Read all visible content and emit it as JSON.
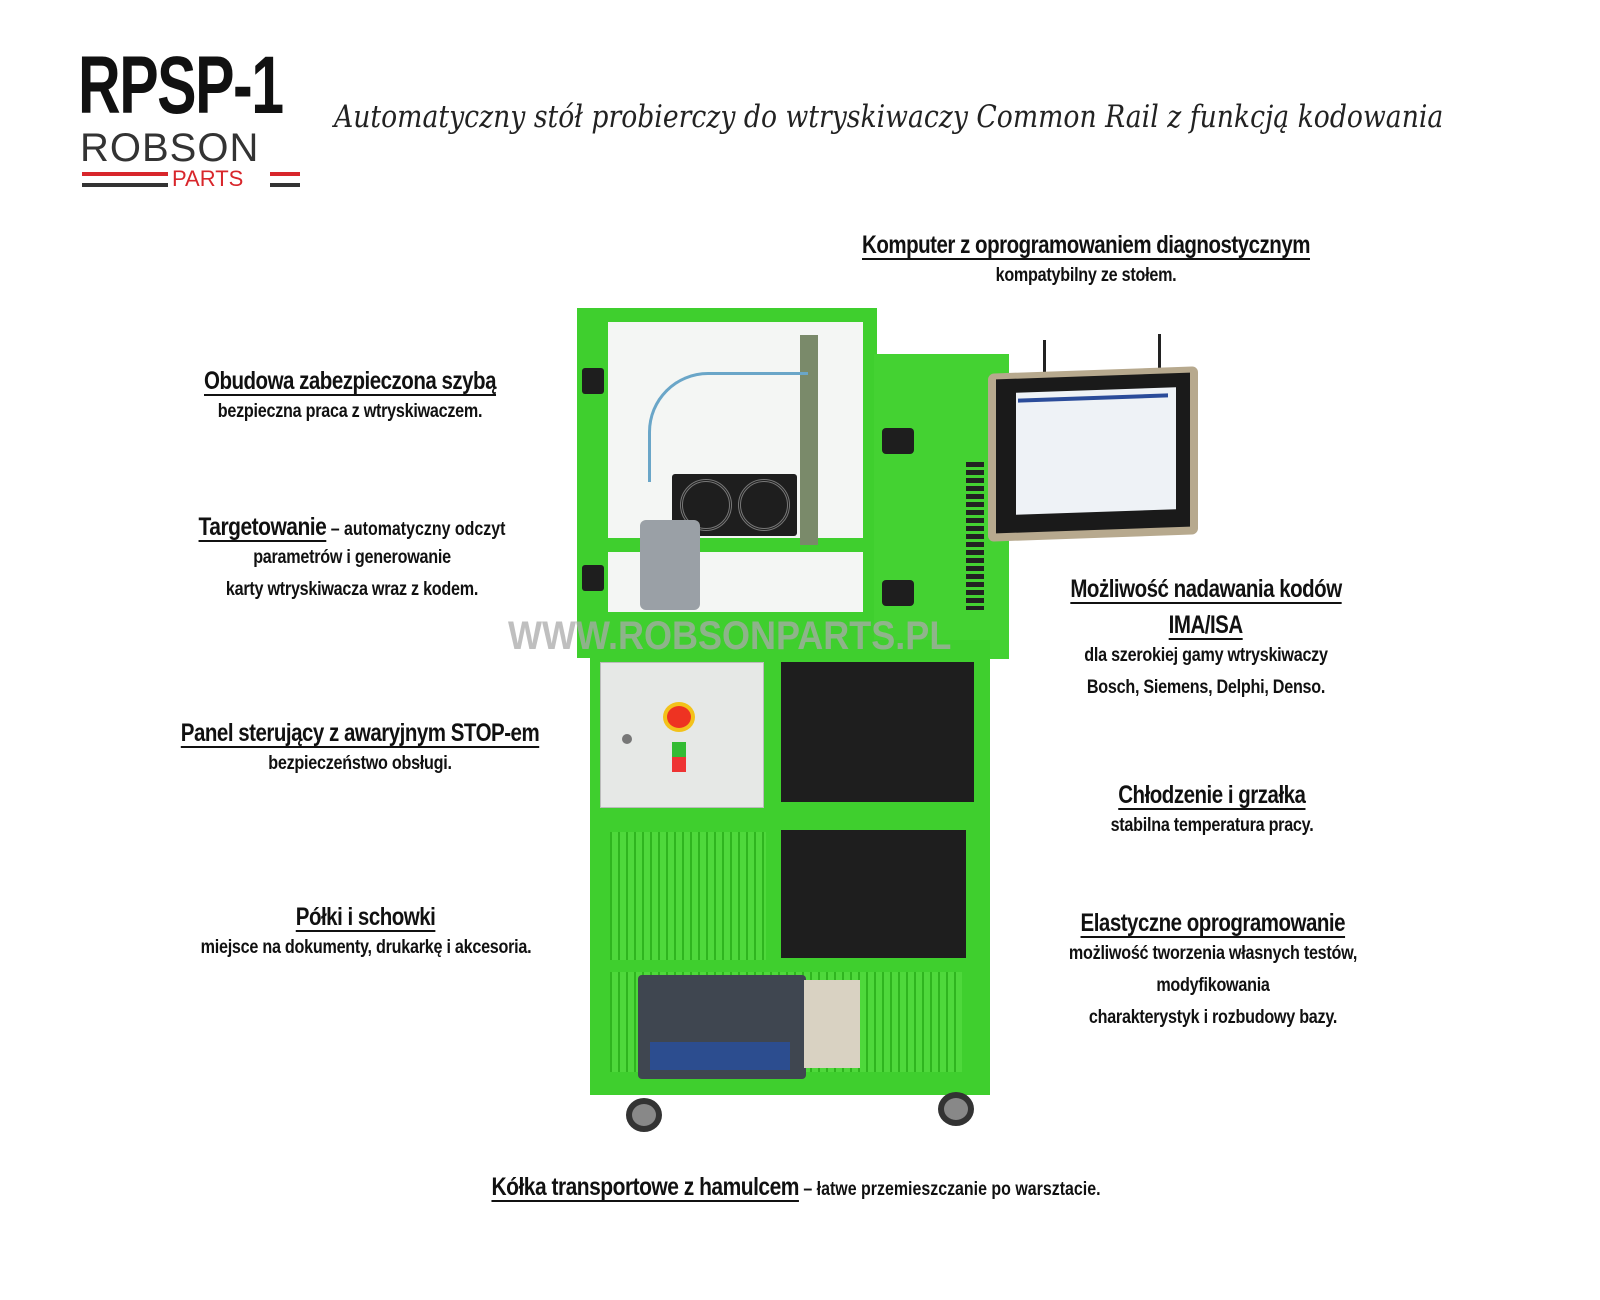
{
  "logo": {
    "model": "RPSP-1",
    "brand": "ROBSON",
    "sub": "PARTS"
  },
  "tagline": "Automatyczny stół probierczy do wtryskiwaczy Common Rail z funkcją kodowania",
  "watermark": "WWW.ROBSONPARTS.PL",
  "features": {
    "computer": {
      "title": "Komputer z oprogramowaniem diagnostycznym",
      "desc": "kompatybilny ze stołem."
    },
    "housing": {
      "title": "Obudowa zabezpieczona szybą",
      "desc": "bezpieczna praca z wtryskiwaczem."
    },
    "targeting": {
      "title": "Targetowanie",
      "desc1": " – automatyczny odczyt",
      "desc2": "parametrów i generowanie",
      "desc3": "karty wtryskiwacza wraz z kodem."
    },
    "panel": {
      "title": "Panel sterujący z awaryjnym STOP-em",
      "desc": "bezpieczeństwo obsługi."
    },
    "shelves": {
      "title": "Półki i schowki",
      "desc": "miejsce na dokumenty, drukarkę i akcesoria."
    },
    "coding": {
      "title1": "Możliwość nadawania kodów",
      "title2": "IMA/ISA",
      "desc1": "dla szerokiej gamy wtryskiwaczy",
      "desc2": "Bosch, Siemens, Delphi, Denso."
    },
    "cooling": {
      "title": "Chłodzenie i grzałka",
      "desc": "stabilna temperatura pracy."
    },
    "software": {
      "title": "Elastyczne oprogramowanie",
      "desc1": "możliwość tworzenia własnych testów,",
      "desc2": "modyfikowania",
      "desc3": "charakterystyk i rozbudowy bazy."
    },
    "wheels": {
      "title": "Kółka transportowe z hamulcem",
      "desc": " – łatwe przemieszczanie po warsztacie."
    }
  },
  "colors": {
    "machine_green": "#3fcf2e",
    "brand_red": "#d8262b"
  }
}
